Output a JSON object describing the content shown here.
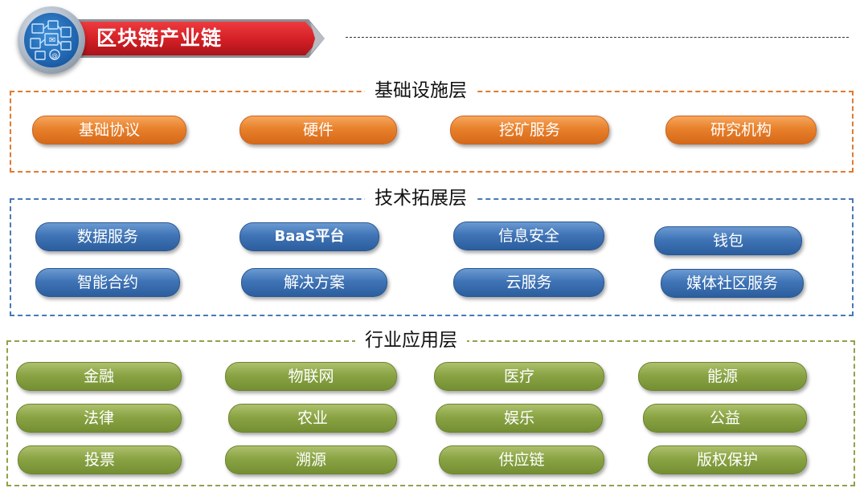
{
  "header": {
    "title": "区块链产业链",
    "banner_color": "#d21f25"
  },
  "layers": [
    {
      "title": "基础设施层",
      "color": "#e07b32",
      "items": [
        "基础协议",
        "硬件",
        "挖矿服务",
        "研究机构"
      ]
    },
    {
      "title": "技术拓展层",
      "color": "#4a78b4",
      "items": [
        "数据服务",
        "BaaS平台",
        "信息安全",
        "钱包",
        "智能合约",
        "解决方案",
        "云服务",
        "媒体社区服务"
      ]
    },
    {
      "title": "行业应用层",
      "color": "#8fa34a",
      "items": [
        "金融",
        "物联网",
        "医疗",
        "能源",
        "法律",
        "农业",
        "娱乐",
        "公益",
        "投票",
        "溯源",
        "供应链",
        "版权保护"
      ]
    }
  ]
}
